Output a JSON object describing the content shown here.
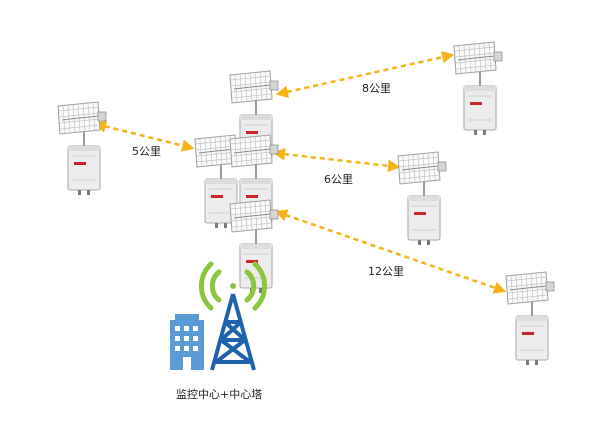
{
  "links": [
    {
      "label": "5公里"
    },
    {
      "label": "8公里"
    },
    {
      "label": "6公里"
    },
    {
      "label": "12公里"
    }
  ],
  "center_label": "监控中心+中心塔",
  "colors": {
    "link": "#f5b318",
    "tower": "#1f62ad",
    "building": "#5b9bd5",
    "signal": "#8cc63f",
    "radio_box": "#e9e9e9",
    "brand_red": "#d2232a"
  },
  "icons": [
    "grid-antenna-icon",
    "radio-box-icon",
    "building-icon",
    "tower-icon",
    "signal-icon"
  ]
}
